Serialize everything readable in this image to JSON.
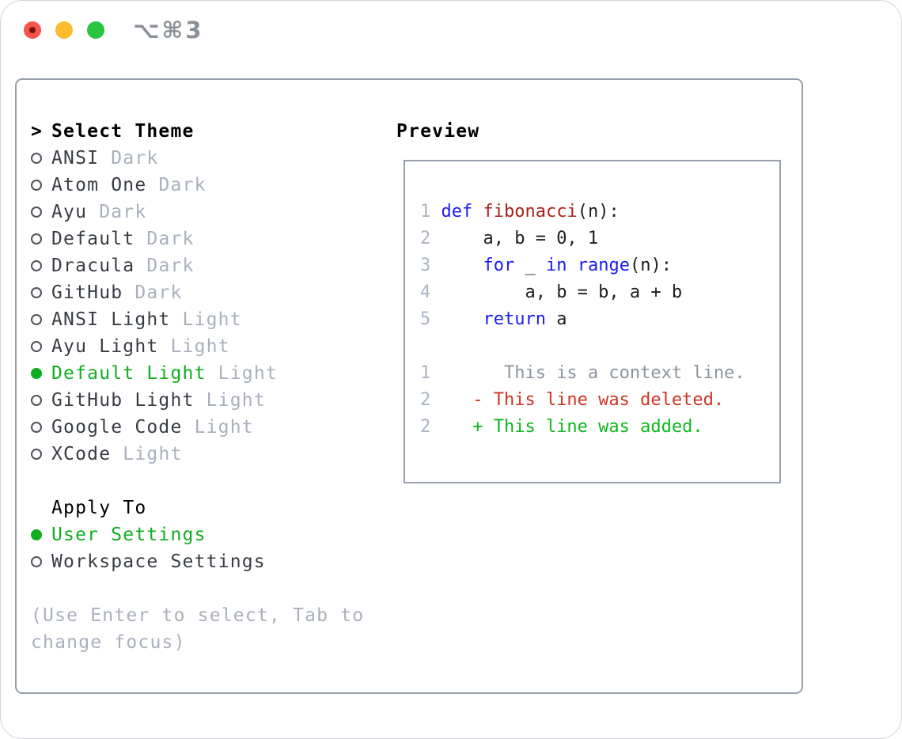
{
  "colors": {
    "accent_green": "#0fad20",
    "keyword_blue": "#1c1cf0",
    "function_red": "#a8221a",
    "deleted_red": "#cc3526",
    "added_green": "#0eb81f",
    "context_gray": "#8d949d",
    "line_number_gray": "#a9b4c3",
    "muted_gray": "#a9b0bc",
    "item_text": "#383d44",
    "panel_border": "#97a0ab",
    "traffic_close": "#f6554e",
    "traffic_minimize": "#fcbb2d",
    "traffic_zoom": "#29c53e",
    "title_gray": "#8a9095"
  },
  "window": {
    "title": "⌥⌘3"
  },
  "theme_picker": {
    "header_marker": ">",
    "header_label": "Select Theme",
    "items": [
      {
        "name": "ANSI",
        "variant": "Dark",
        "selected": false
      },
      {
        "name": "Atom One",
        "variant": "Dark",
        "selected": false
      },
      {
        "name": "Ayu",
        "variant": "Dark",
        "selected": false
      },
      {
        "name": "Default",
        "variant": "Dark",
        "selected": false
      },
      {
        "name": "Dracula",
        "variant": "Dark",
        "selected": false
      },
      {
        "name": "GitHub",
        "variant": "Dark",
        "selected": false
      },
      {
        "name": "ANSI Light",
        "variant": "Light",
        "selected": false
      },
      {
        "name": "Ayu Light",
        "variant": "Light",
        "selected": false
      },
      {
        "name": "Default Light",
        "variant": "Light",
        "selected": true
      },
      {
        "name": "GitHub Light",
        "variant": "Light",
        "selected": false
      },
      {
        "name": "Google Code",
        "variant": "Light",
        "selected": false
      },
      {
        "name": "XCode",
        "variant": "Light",
        "selected": false
      }
    ],
    "apply_to_label": "Apply To",
    "apply_to_options": [
      {
        "label": "User Settings",
        "selected": true
      },
      {
        "label": "Workspace Settings",
        "selected": false
      }
    ],
    "hint_lines": [
      "(Use Enter to select, Tab to",
      "change focus)"
    ]
  },
  "preview": {
    "label": "Preview",
    "code_lines": [
      {
        "num": "1",
        "segments": [
          {
            "text": " ",
            "tok": "plain"
          },
          {
            "text": "def",
            "tok": "kw"
          },
          {
            "text": " ",
            "tok": "plain"
          },
          {
            "text": "fibonacci",
            "tok": "fn"
          },
          {
            "text": "(n):",
            "tok": "plain"
          }
        ]
      },
      {
        "num": "2",
        "segments": [
          {
            "text": "     a, b = 0, 1",
            "tok": "plain"
          }
        ]
      },
      {
        "num": "3",
        "segments": [
          {
            "text": "     ",
            "tok": "plain"
          },
          {
            "text": "for",
            "tok": "kw"
          },
          {
            "text": " _ ",
            "tok": "plain"
          },
          {
            "text": "in",
            "tok": "kw"
          },
          {
            "text": " ",
            "tok": "plain"
          },
          {
            "text": "range",
            "tok": "kw"
          },
          {
            "text": "(n):",
            "tok": "plain"
          }
        ]
      },
      {
        "num": "4",
        "segments": [
          {
            "text": "         a, b = b, a + b",
            "tok": "plain"
          }
        ]
      },
      {
        "num": "5",
        "segments": [
          {
            "text": "     ",
            "tok": "plain"
          },
          {
            "text": "return",
            "tok": "kw"
          },
          {
            "text": " a",
            "tok": "plain"
          }
        ]
      },
      {
        "num": "",
        "segments": []
      },
      {
        "num": "1",
        "segments": [
          {
            "text": "       This is a context line.",
            "tok": "ctx"
          }
        ]
      },
      {
        "num": "2",
        "segments": [
          {
            "text": "    - This line was deleted.",
            "tok": "del"
          }
        ]
      },
      {
        "num": "2",
        "segments": [
          {
            "text": "    + This line was added.",
            "tok": "add"
          }
        ]
      }
    ]
  }
}
